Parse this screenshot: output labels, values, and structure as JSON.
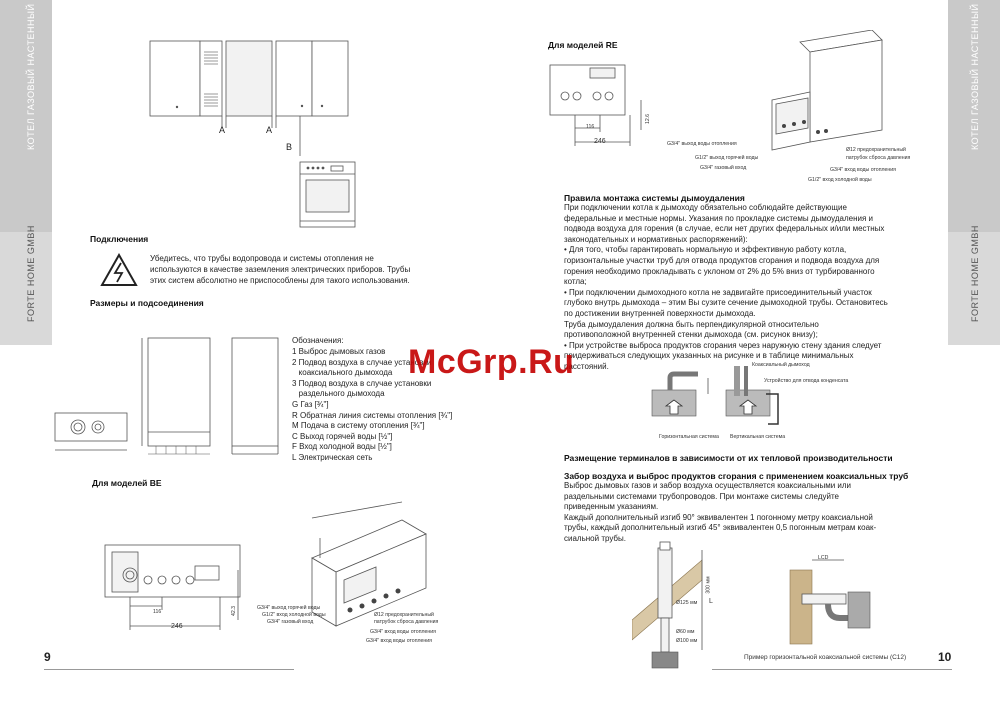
{
  "sidebar_left": {
    "top_text": "КОТЕЛ ГАЗОВЫЙ НАСТЕННЫЙ",
    "bottom_text": "FORTE HOME GMBH"
  },
  "sidebar_right": {
    "top_text": "КОТЕЛ ГАЗОВЫЙ НАСТЕННЫЙ",
    "bottom_text": "FORTE HOME GMBH"
  },
  "left_page": {
    "cabinet_labels": {
      "a1": "A",
      "a2": "A",
      "b": "B"
    },
    "connections_heading": "Подключения",
    "connections_text_1": "Убедитесь, что трубы водопровода и системы отопления не",
    "connections_text_2": "используются в качестве заземления электрических приборов. Трубы",
    "connections_text_3": "этих систем абсолютно не приспособлены для такого использования.",
    "dimensions_heading": "Размеры и подсоединения",
    "legend_title": "Обозначения:",
    "legend": [
      "1 Выброс дымовых газов",
      "2 Подвод воздуха в случае установки",
      "   коаксиального дымохода",
      "3 Подвод воздуха в случае установки",
      "   раздельного дымохода",
      "G Газ [¾\"]",
      "R Обратная линия системы отопления [¾\"]",
      "M Подача в систему отопления [¾\"]",
      "C Выход горячей воды [½\"]",
      "F Вход холодной воды [½\"]",
      "L Электрическая сеть"
    ],
    "be_heading": "Для моделей BE",
    "be_dims": {
      "d1": "116",
      "d2": "246",
      "d3": "42.3"
    },
    "be_labels": [
      "G3/4\" выход горячей воды",
      "G1/2\" вход холодной воды",
      "G3/4\" газовый вход",
      "Ø12 предохранительный",
      "патрубок сброса давления",
      "G3/4\" вход воды отопления",
      "G3/4\" вход воды отопления"
    ],
    "page_number": "9"
  },
  "right_page": {
    "re_heading": "Для моделей RE",
    "re_dims": {
      "d1": "116",
      "d2": "246",
      "d3": "12.6"
    },
    "re_labels_left": [
      "G3/4\" выход воды отопления",
      "G1/2\" выход горячей воды",
      "G3/4\" газовый вход"
    ],
    "re_labels_right": [
      "Ø12 предохранительный",
      "патрубок сброса давления",
      "G3/4\" вход воды отопления",
      "G1/2\" вход холодной воды"
    ],
    "flue_heading": "Правила монтажа системы дымоудаления",
    "flue_text": [
      "При подключении котла к дымоходу обязательно соблюдайте действующие",
      "федеральные и местные нормы. Указания по прокладке системы дымоудаления и",
      "подвода воздуха для горения (в случае, если нет других федеральных и/или местных",
      "законодательных и нормативных распоряжений):",
      "• Для того, чтобы гарантировать нормальную и эффективную работу котла,",
      "горизонтальные участки труб для отвода продуктов сгорания и подвода воздуха для",
      "горения необходимо прокладывать с уклоном от 2% до 5% вниз от турбированного",
      "котла;",
      "• При подключении дымоходного котла не задвигайте присоединительный участок",
      "глубоко внутрь дымохода – этим Вы сузите сечение дымоходной трубы. Остановитесь",
      "по достижении внутренней поверхности дымохода.",
      "Труба дымоудаления должна быть перпендикулярной относительно",
      "противоположной внутренней стенки дымохода (см. рисунок внизу);",
      "• При устройстве выброса продуктов сгорания через наружную стену здания следует",
      "придерживаться следующих указанных на рисунке и в таблице минимальных",
      "расстояний."
    ],
    "fig_labels": {
      "horizontal": "Горизонтальная система",
      "vertical": "Вертикальная система",
      "chimney": "Коаксиальный дымоход",
      "device": "Устройство для отвода конденсата"
    },
    "placement_heading": "Размещение терминалов в зависимости от их тепловой производительности",
    "coax_heading": "Забор воздуха и выброс продуктов сгорания с применением коаксиальных труб",
    "coax_text": [
      "Выброс дымовых газов и забор воздуха осуществляется коаксиальными или",
      "раздельными системами трубопроводов. При монтаже системы следуйте",
      "приведенным указаниям.",
      "Каждый дополнительный изгиб 90° эквивалентен 1 погонному метру коаксиальной",
      "трубы, каждый дополнительный изгиб 45° эквивалентен 0,5 погонным метрам коак-",
      "сиальной трубы."
    ],
    "pipe_dims": {
      "d125": "Ø125 мм",
      "d60": "Ø60 мм",
      "d100": "Ø100 мм",
      "l": "L",
      "lcd": "LCD",
      "h300": "300 мм"
    },
    "caption": "Пример горизонтальной коаксиальной системы (C12)",
    "page_number": "10"
  },
  "watermark": "McGrp.Ru",
  "colors": {
    "sidebar": "#d9d9d9",
    "sidebar_dark": "#c9c9c9",
    "watermark": "#c40000"
  }
}
